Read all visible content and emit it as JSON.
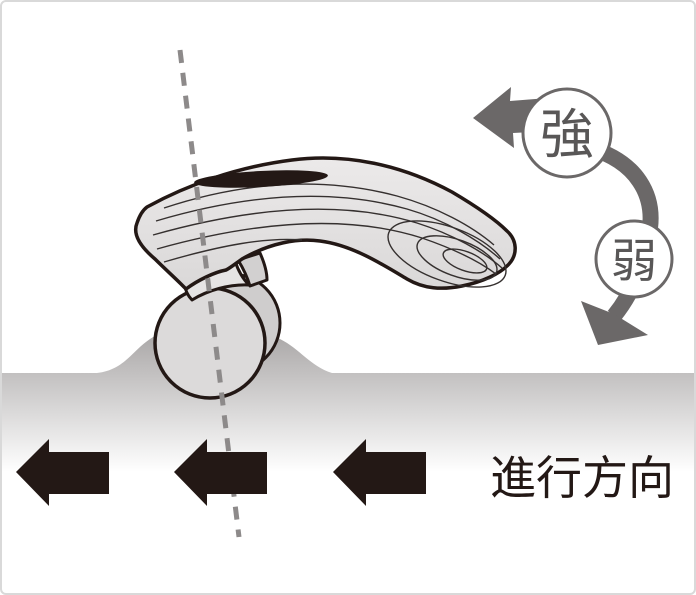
{
  "diagram": {
    "type": "product-usage-illustration",
    "subject": "beauty-roller rocking motion over skin",
    "labels": {
      "strong": "強",
      "weak": "弱",
      "travel_direction": "進行方向"
    },
    "icons": {
      "swing_strong_arrow": "arrow-left",
      "swing_arc": "curved-band-clockwise",
      "swing_weak_arrow": "arrow-down-left",
      "travel_arrow_1": "arrow-left",
      "travel_arrow_2": "arrow-left",
      "travel_arrow_3": "arrow-left",
      "rotation_axis": "dashed-line-tilted"
    },
    "colors": {
      "ink_black": "#231815",
      "swing_gray": "#6b6868",
      "kanji_gray": "#595757",
      "dash_gray": "#8d8a8a",
      "device_fill_light": "#eceaea",
      "device_fill_dark": "#d8d6d6",
      "front_ball_fill": "#dcdada",
      "rear_ball_fill": "#cfcdcd",
      "skin_gray_top": "#a4a1a1",
      "background": "#ffffff",
      "card_border": "#d9d9d9"
    }
  }
}
